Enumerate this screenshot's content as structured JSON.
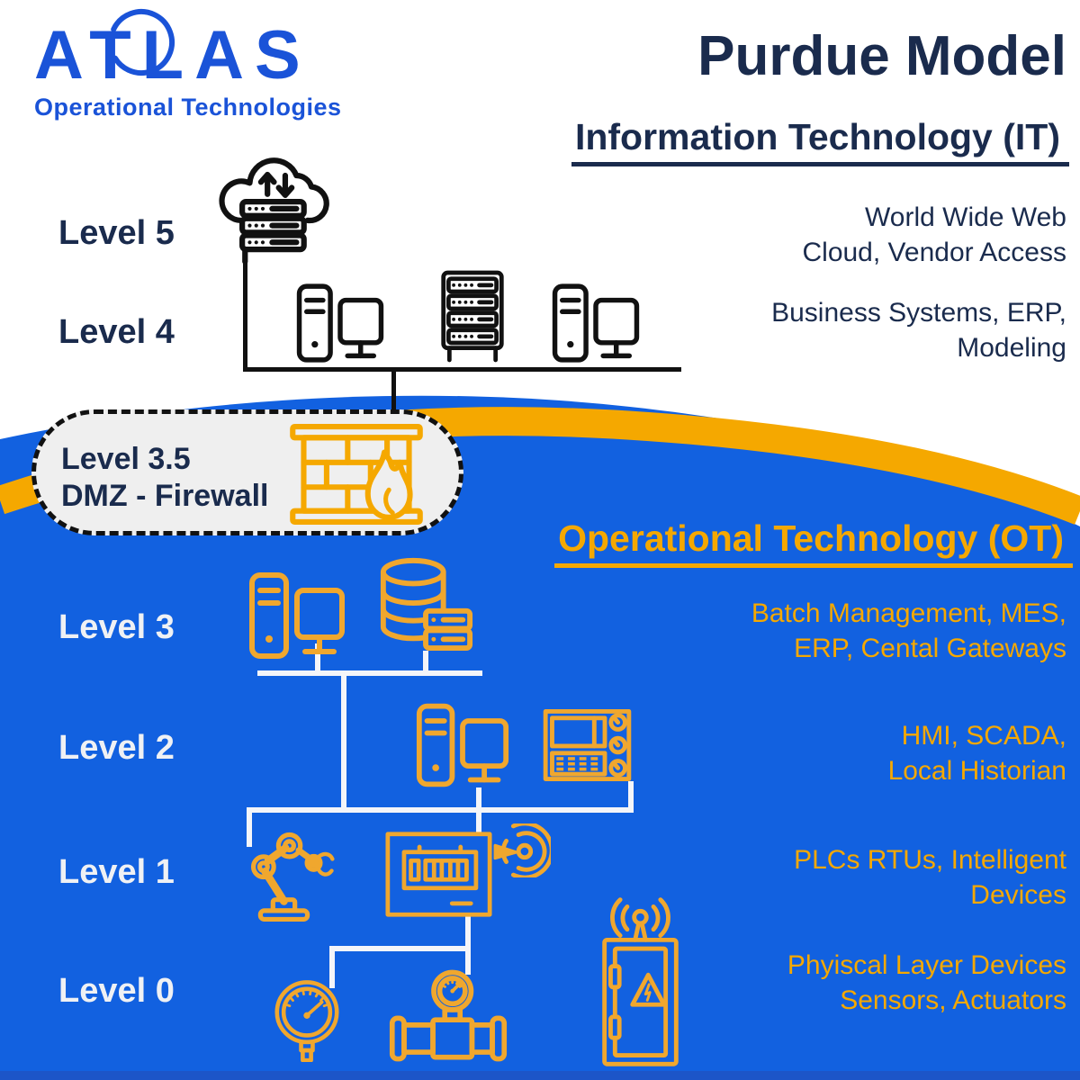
{
  "colors": {
    "background": "#FFFFFF",
    "blue": "#1261E0",
    "blue_dark_strip": "#1C55C8",
    "orange_band": "#F5A800",
    "orange_icons": "#F0A72E",
    "navy_text": "#1A2B4D",
    "logo_blue": "#1A53D8",
    "pill_gray": "#EFEFEF",
    "connector_white": "#F4F5F9",
    "icon_black": "#111111",
    "level_label_white": "#EFF1F4"
  },
  "logo": {
    "name": "ATLAS",
    "tagline": "Operational Technologies"
  },
  "title": "Purdue Model",
  "it_section": {
    "heading": "Information Technology (IT)",
    "levels": [
      {
        "label": "Level 5",
        "desc_line1": "World Wide Web",
        "desc_line2": "Cloud, Vendor Access"
      },
      {
        "label": "Level 4",
        "desc_line1": "Business Systems, ERP,",
        "desc_line2": "Modeling"
      }
    ]
  },
  "dmz": {
    "label_line1": "Level 3.5",
    "label_line2": "DMZ - Firewall"
  },
  "ot_section": {
    "heading": "Operational Technology (OT)",
    "levels": [
      {
        "label": "Level 3",
        "desc_line1": "Batch Management, MES,",
        "desc_line2": "ERP, Cental Gateways"
      },
      {
        "label": "Level 2",
        "desc_line1": "HMI, SCADA,",
        "desc_line2": "Local Historian"
      },
      {
        "label": "Level 1",
        "desc_line1": "PLCs RTUs, Intelligent",
        "desc_line2": "Devices"
      },
      {
        "label": "Level 0",
        "desc_line1": "Phyiscal Layer Devices",
        "desc_line2": "Sensors, Actuators"
      }
    ]
  },
  "icons": {
    "level5": "cloud-servers-icon",
    "level4": [
      "workstation-icon",
      "server-rack-icon",
      "workstation-icon"
    ],
    "dmz": "firewall-icon",
    "level3": [
      "workstation-icon",
      "database-servers-icon"
    ],
    "level2": [
      "workstation-icon",
      "hmi-panel-icon"
    ],
    "level1": [
      "robot-arm-icon",
      "plc-icon",
      "wireless-signal-icon"
    ],
    "level0": [
      "pressure-gauge-icon",
      "flow-valve-icon",
      "control-cabinet-icon"
    ]
  }
}
